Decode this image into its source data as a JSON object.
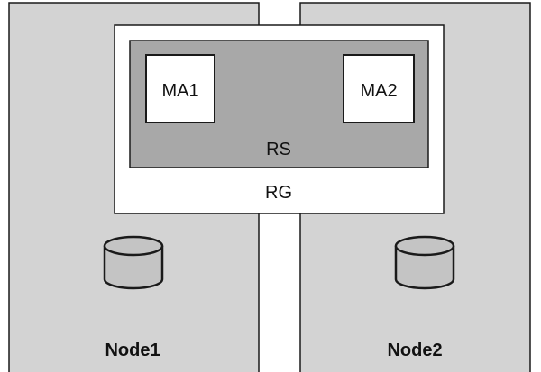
{
  "nodes": [
    {
      "label": "Node1"
    },
    {
      "label": "Node2"
    }
  ],
  "group": {
    "label": "RG"
  },
  "set": {
    "label": "RS"
  },
  "agents": [
    {
      "label": "MA1"
    },
    {
      "label": "MA2"
    }
  ],
  "colors": {
    "node_fill": "#d3d3d3",
    "set_fill": "#a8a8a8",
    "box_fill": "#ffffff",
    "stroke": "#1a1a1a"
  }
}
